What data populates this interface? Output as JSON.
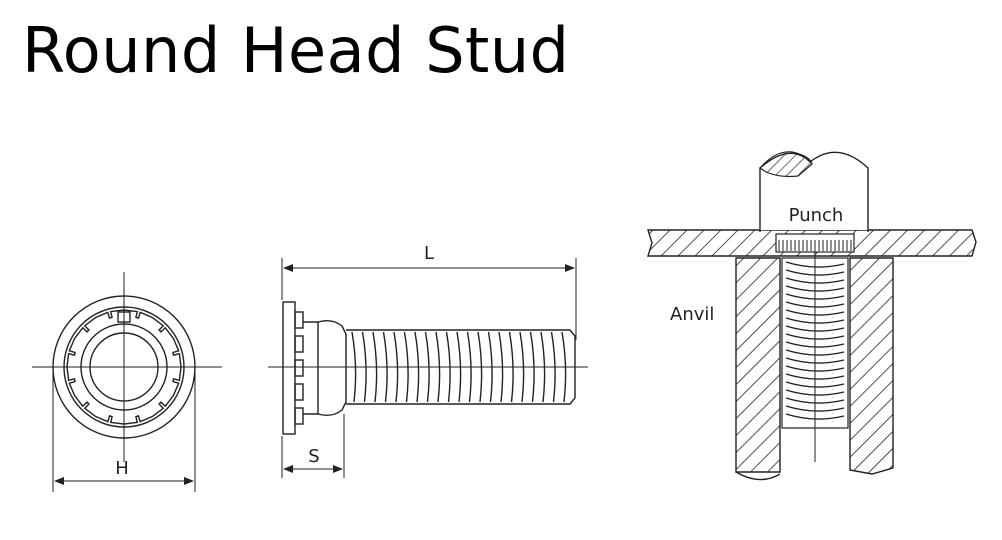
{
  "title": "Round Head Stud",
  "labels": {
    "height": "H",
    "length": "L",
    "shoulder": "S",
    "punch": "Punch",
    "anvil": "Anvil"
  }
}
